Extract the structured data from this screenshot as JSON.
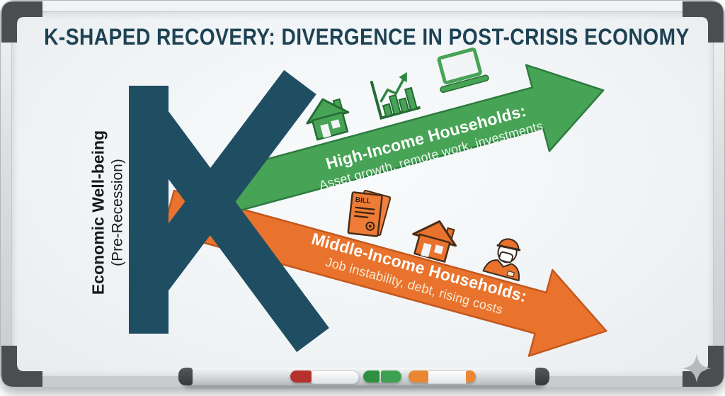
{
  "title": "K-SHAPED RECOVERY: DIVERGENCE IN POST-CRISIS ECONOMY",
  "y_axis": {
    "line1": "Economic Well-being",
    "line2": "(Pre-Recession)"
  },
  "k_letter": "K",
  "branches": {
    "top": {
      "heading": "High-Income Households:",
      "subtext": "Asset growth, remote work, investments",
      "color": "#47a355",
      "outline_color": "#2e7b40",
      "icons": [
        "house-icon",
        "growth-chart-icon",
        "laptop-icon"
      ]
    },
    "bottom": {
      "heading": "Middle-Income Households:",
      "subtext": "Job instability, debt, rising costs",
      "color": "#e9732d",
      "outline_color": "#c2581e",
      "bill_label": "BILL",
      "icons": [
        "bill-icon",
        "house-icon",
        "worker-icon"
      ]
    }
  },
  "colors": {
    "k_letter": "#1f4e63",
    "title": "#1d4254",
    "board_surface": "#f2f4f6",
    "frame_silver": "#d5d8da",
    "corner_caps": "#4a4e51",
    "axis_text": "#17191b"
  },
  "tray_markers": [
    {
      "name": "red-marker",
      "cap_color": "#b5322c",
      "body_color": "#ffffff"
    },
    {
      "name": "green-marker",
      "cap_color": "#2e8f41",
      "body_color": "#3da152"
    },
    {
      "name": "orange-marker",
      "cap_color": "#e98734",
      "body_color": "#ffffff"
    }
  ]
}
